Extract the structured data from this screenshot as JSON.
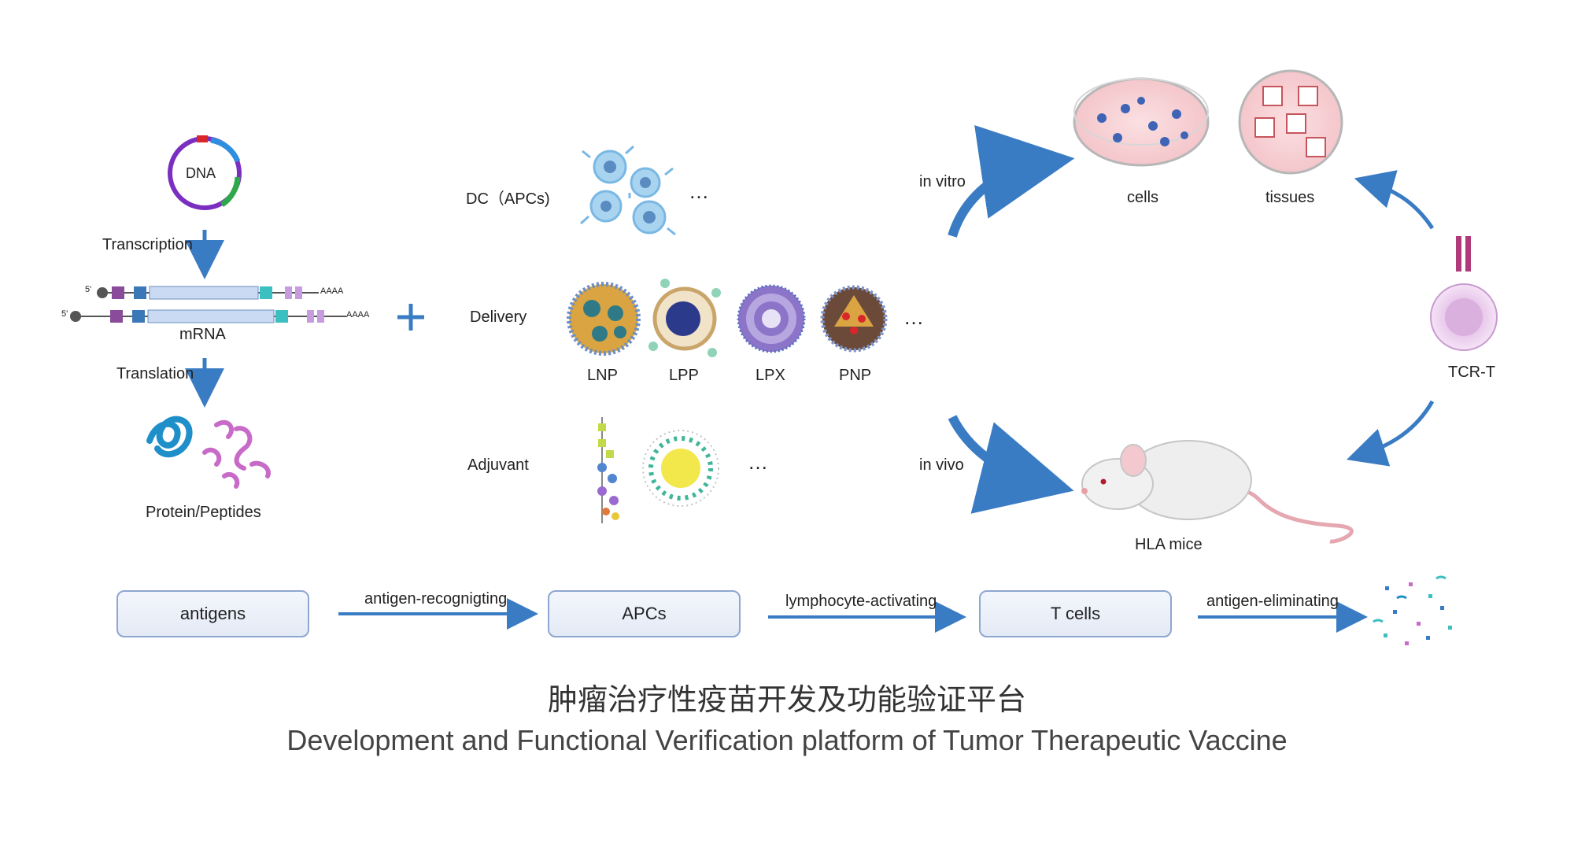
{
  "colors": {
    "arrow_blue": "#3a7cc4",
    "box_border": "#8ea6d2",
    "dna_purple": "#7b2fc0",
    "protein_blue": "#1e8fc8",
    "protein_pink": "#c86ac8",
    "tcr_cell": "#e8c7ea"
  },
  "left": {
    "dna_label": "DNA",
    "transcription_label": "Transcription",
    "mrna_label": "mRNA",
    "translation_label": "Translation",
    "protein_label": "Protein/Peptides",
    "mrna_cap_1": "5'",
    "mrna_cap_2": "5'",
    "mrna_tail_1": "AAAA",
    "mrna_tail_2": "AAAA"
  },
  "middle": {
    "dc_label": "DC（APCs)",
    "dc_more": "…",
    "delivery_label": "Delivery",
    "delivery_more": "…",
    "carriers": [
      "LNP",
      "LPP",
      "LPX",
      "PNP"
    ],
    "adjuvant_label": "Adjuvant",
    "adjuvant_more": "…"
  },
  "right": {
    "in_vitro_label": "in vitro",
    "in_vivo_label": "in vivo",
    "cells_label": "cells",
    "tissues_label": "tissues",
    "tcr_label": "TCR-T",
    "mice_label": "HLA mice"
  },
  "flow": {
    "boxes": [
      "antigens",
      "APCs",
      "T cells"
    ],
    "arrows": [
      "antigen-recognigting",
      "lymphocyte-activating",
      "antigen-eliminating"
    ]
  },
  "title": {
    "zh": "肿瘤治疗性疫苗开发及功能验证平台",
    "en": "Development and Functional Verification platform of Tumor Therapeutic Vaccine"
  }
}
